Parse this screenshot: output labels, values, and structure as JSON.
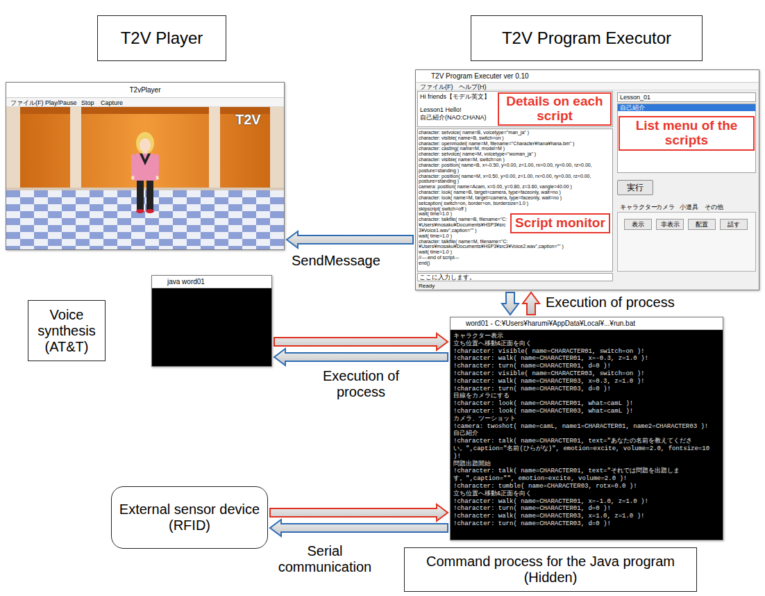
{
  "diagram": {
    "nodes": [
      {
        "text": [
          "T2V Player"
        ]
      },
      {
        "text": [
          "T2V Program Executor"
        ]
      },
      {
        "text": [
          "T2vPlayer",
          "ファイル(F)",
          "Play/Pause",
          "Stop",
          "Capture",
          "T2V"
        ]
      },
      {
        "text": [
          "T2V Program Executer ver 0.10",
          "ファイル(F)",
          "ヘルプ(H)",
          "Hi friends【モデル英文】",
          "Lesson1 Hello!",
          "自己紹介(NAO:CHANA)",
          "character: setvoice( name=B, voicetype=\"man_ja\" )",
          "character: visible( name=B, switch=on )",
          "character: openmodel( name=M, filename=\"Character¥hana¥hana.bm\" )",
          "character: casting( name=M, model=M )",
          "character: setvoice( name=M, voicetype=\"woman_ja\" )",
          "character: visible( name=M, switch=on )",
          "character: position( name=B, x=-0.50, y=0.00, z=1.00, rx=0.00, ry=0.00, rz=0.00, posture=standing )",
          "character: position( name=M, x=0.50, y=0.00, z=1.00, rx=0.00, ry=0.00, rz=0.00, posture=standing )",
          "camera: position( name=Acam, x=0.00, y=0.80, z=3.60, vangle=40.00 )",
          "character: look( name=B, target=camera, type=faceonly, wait=no )",
          "character: look( name=M, target=camera, type=faceonly, wait=no )",
          "setcaption( switch=on, border=on, bordersize=1.0 )",
          "skipscript( switch=off )",
          "wait( time=1.0 )",
          "character: talkfile( name=B, filename=\"C:¥Users¥mosaku¥Documents¥HSP3¥src3¥Voice1.wav\",caption=\"\" )",
          "wait( time=1.0 )",
          "character: talkfile( name=M, filename=\"C:¥Users¥mosaku¥Documents¥HSP3¥src3¥Voice2.wav\",caption=\"\" )",
          "wait( time=1.0 )",
          "//----end of script---",
          "end()",
          "ここに入力します。",
          "Ready",
          "Lesson_01",
          "自己紹介",
          "キャラクター",
          "カメラ",
          "小道具",
          "その他",
          "表示",
          "非表示",
          "配置",
          "話す"
        ]
      },
      {
        "text": [
          "Details on each script"
        ],
        "in": 3
      },
      {
        "text": [
          "List menu of the scripts"
        ],
        "in": 3
      },
      {
        "text": [
          "Script monitor"
        ],
        "in": 3
      },
      {
        "text": [
          "実行"
        ],
        "in": 3
      },
      {
        "text": [
          "Voice synthesis (AT&T)"
        ]
      },
      {
        "text": [
          "java word01"
        ]
      },
      {
        "text": [
          "word01 - C:¥Users¥harumi¥AppData¥Local¥...¥run.bat",
          "キャラクター表示",
          "立ち位置へ移動&正面を向く",
          "!character: visible( name=CHARACTER01, switch=on )!",
          "!character: walk( name=CHARACTER01, x=-0.3, z=1.0 )!",
          "!character: turn( name=CHARACTER01, d=0 )!",
          "!character: visible( name=CHARACTER03, switch=on )!",
          "!character: walk( name=CHARACTER03, x=0.3, z=1.0 )!",
          "!character: turn( name=CHARACTER03, d=0 )!",
          "目線をカメラにする",
          "!character: look( name=CHARACTER01, what=camL )!",
          "!character: look( name=CHARACTER03, what=camL )!",
          "カメラ、ツーショット",
          "!camera: twoshot( name=camL, name1=CHARACTER01, name2=CHARACTER03 )!",
          "自己紹介",
          "!character: talk( name=CHARACTER01, text=\"あなたの名前を教えてください。\",caption=\"名前(ひらがな)\", emotion=excite, volume=2.0, fontsize=10 )!",
          "問題出題開始",
          "!character: talk( name=CHARACTER01, text=\"それでは問題を出題します。\",caption=\"\", emotion=excite, volume=2.0 )!",
          "!character: tumble( name=CHARACTER03, rotx=0.0 )!",
          "立ち位置へ移動&正面を向く",
          "!character: walk( name=CHARACTER01, x=-1.0, z=1.0 )!",
          "!character: turn( name=CHARACTER01, d=0 )!",
          "!character: walk( name=CHARACTER03, x=1.0, z=1.0 )!",
          "!character: turn( name=CHARACTER03, d=0 )!"
        ]
      },
      {
        "text": [
          "External sensor device (RFID)"
        ]
      },
      {
        "text": [
          "Command process for the Java program (Hidden)"
        ]
      }
    ],
    "edges": [
      {
        "from": 3,
        "to": 2,
        "label": "SendMessage",
        "arrow": "to"
      },
      {
        "from": 3,
        "to": 10,
        "arrow": "to"
      },
      {
        "from": 10,
        "to": 3,
        "label": "Execution of process",
        "arrow": "to"
      },
      {
        "from": 9,
        "to": 10,
        "arrow": "to"
      },
      {
        "from": 10,
        "to": 9,
        "label": "Execution of process",
        "arrow": "to"
      },
      {
        "from": 11,
        "to": 10,
        "arrow": "to"
      },
      {
        "from": 10,
        "to": 11,
        "label": "Serial communication",
        "arrow": "to"
      }
    ]
  }
}
